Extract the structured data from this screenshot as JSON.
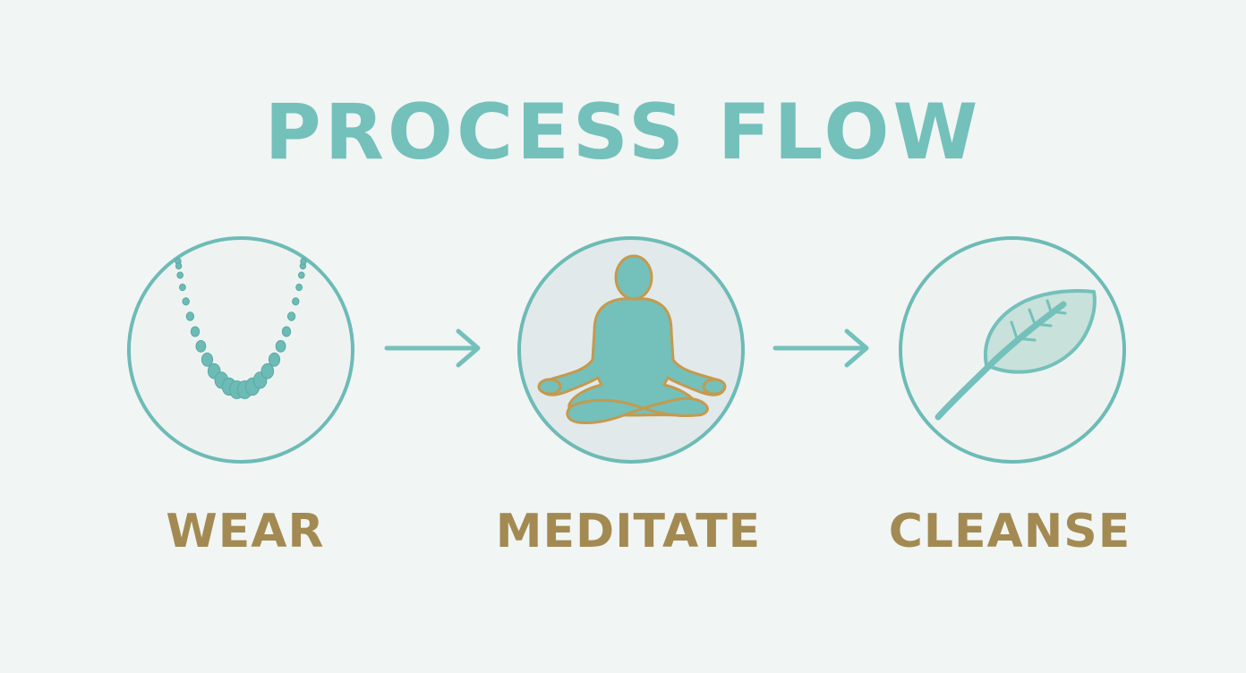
{
  "title": "PROCESS FLOW",
  "colors": {
    "background": "#f1f5f4",
    "teal": "#74c0bb",
    "gold": "#a38a52"
  },
  "steps": [
    {
      "label": "WEAR",
      "icon": "bead-necklace-icon"
    },
    {
      "label": "MEDITATE",
      "icon": "meditating-person-icon"
    },
    {
      "label": "CLEANSE",
      "icon": "leaf-icon"
    }
  ],
  "connectors": [
    "right-arrow-icon",
    "right-arrow-icon"
  ]
}
